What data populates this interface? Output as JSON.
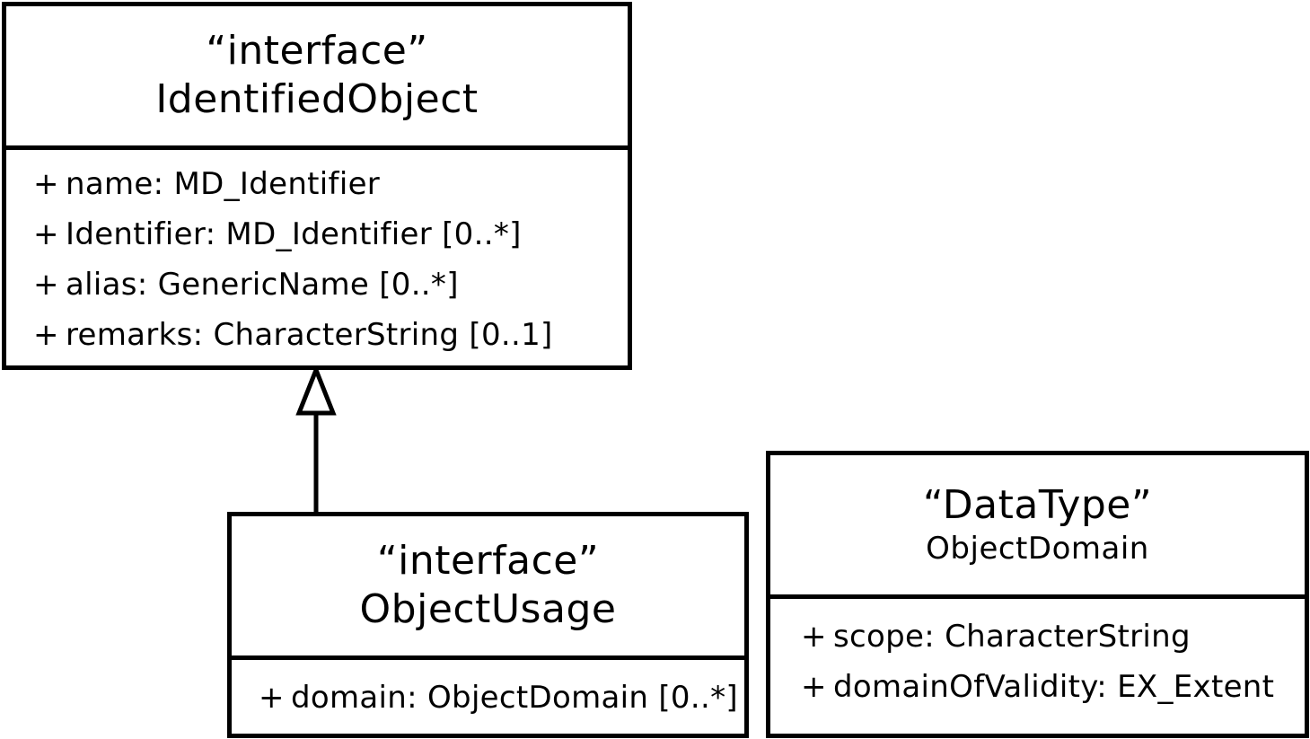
{
  "classes": {
    "identified_object": {
      "stereotype": "“interface”",
      "name": "IdentifiedObject",
      "attributes": [
        {
          "visibility": "+",
          "text": "name: MD_Identifier"
        },
        {
          "visibility": "+",
          "text": "Identifier: MD_Identifier [0..*]"
        },
        {
          "visibility": "+",
          "text": "alias: GenericName [0..*]"
        },
        {
          "visibility": "+",
          "text": "remarks: CharacterString [0..1]"
        }
      ]
    },
    "object_usage": {
      "stereotype": "“interface”",
      "name": "ObjectUsage",
      "attributes": [
        {
          "visibility": "+",
          "text": "domain: ObjectDomain [0..*]"
        }
      ]
    },
    "object_domain": {
      "stereotype": "“DataType”",
      "name": "ObjectDomain",
      "attributes": [
        {
          "visibility": "+",
          "text": "scope: CharacterString"
        },
        {
          "visibility": "+",
          "text": "domainOfValidity: EX_Extent"
        }
      ]
    }
  }
}
